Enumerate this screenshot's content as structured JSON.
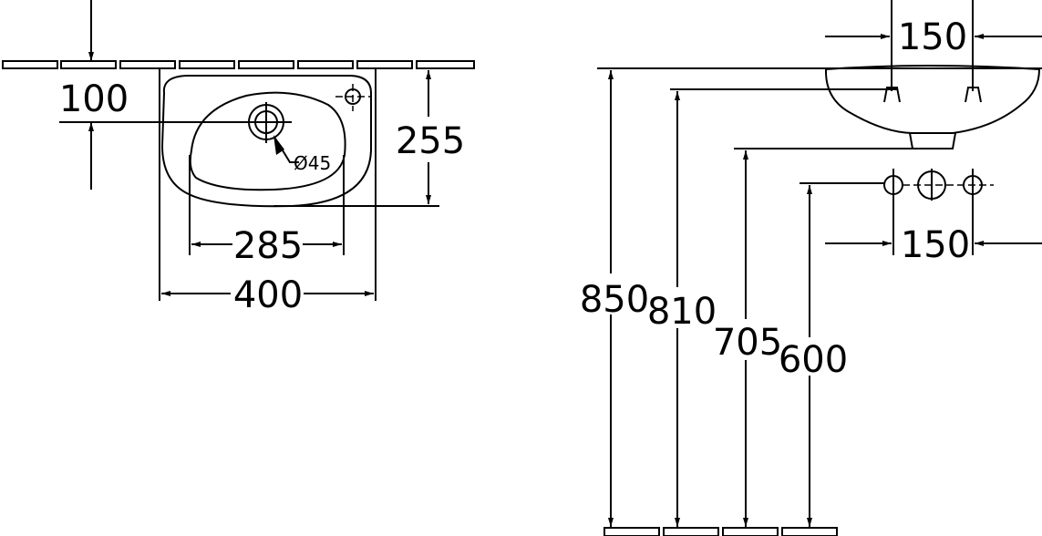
{
  "plan_view": {
    "dim_wall_to_drain": "100",
    "dim_depth": "255",
    "dim_bowl_width": "285",
    "dim_total_width": "400",
    "dim_drain_diameter": "Ø45"
  },
  "side_view": {
    "dim_tap_spacing_top": "150",
    "dim_tap_spacing_bottom": "150",
    "dim_rim_height": "850",
    "dim_tap_height": "810",
    "dim_underside_height": "705",
    "dim_supply_height": "600"
  }
}
